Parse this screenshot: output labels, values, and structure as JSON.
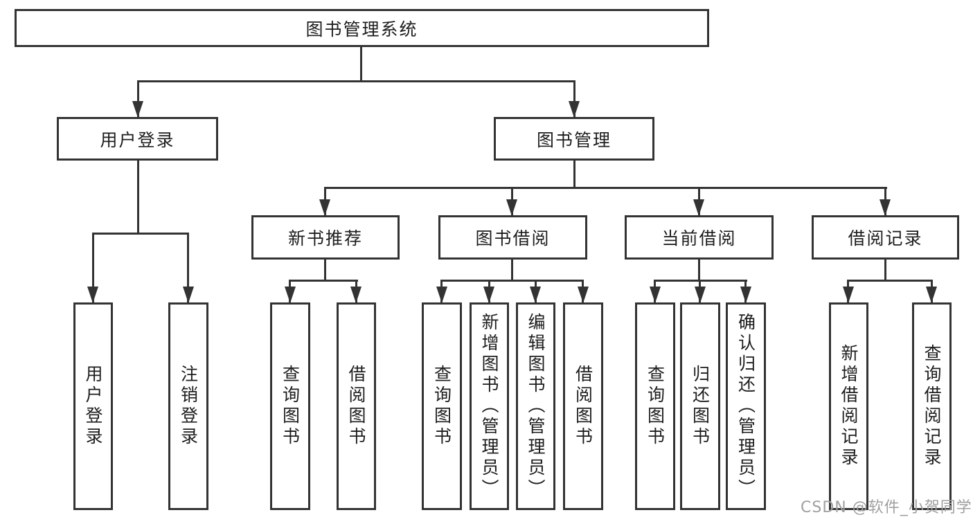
{
  "diagram": {
    "tree": {
      "label": "图书管理系统",
      "children": [
        {
          "label": "用户登录",
          "children": [
            {
              "label": "用户登录"
            },
            {
              "label": "注销登录"
            }
          ]
        },
        {
          "label": "图书管理",
          "children": [
            {
              "label": "新书推荐",
              "children": [
                {
                  "label": "查询图书"
                },
                {
                  "label": "借阅图书"
                }
              ]
            },
            {
              "label": "图书借阅",
              "children": [
                {
                  "label": "查询图书"
                },
                {
                  "label": "新增图书（管理员）"
                },
                {
                  "label": "编辑图书（管理员）"
                },
                {
                  "label": "借阅图书"
                }
              ]
            },
            {
              "label": "当前借阅",
              "children": [
                {
                  "label": "查询图书"
                },
                {
                  "label": "归还图书"
                },
                {
                  "label": "确认归还（管理员）"
                }
              ]
            },
            {
              "label": "借阅记录",
              "children": [
                {
                  "label": "新增借阅记录"
                },
                {
                  "label": "查询借阅记录"
                }
              ]
            }
          ]
        }
      ]
    },
    "watermark": "CSDN @软件_小贺同学",
    "colors": {
      "border": "#333333",
      "line": "#333333",
      "text": "#1d1d1d",
      "watermark": "#a0a0a0",
      "background": "#ffffff"
    }
  }
}
